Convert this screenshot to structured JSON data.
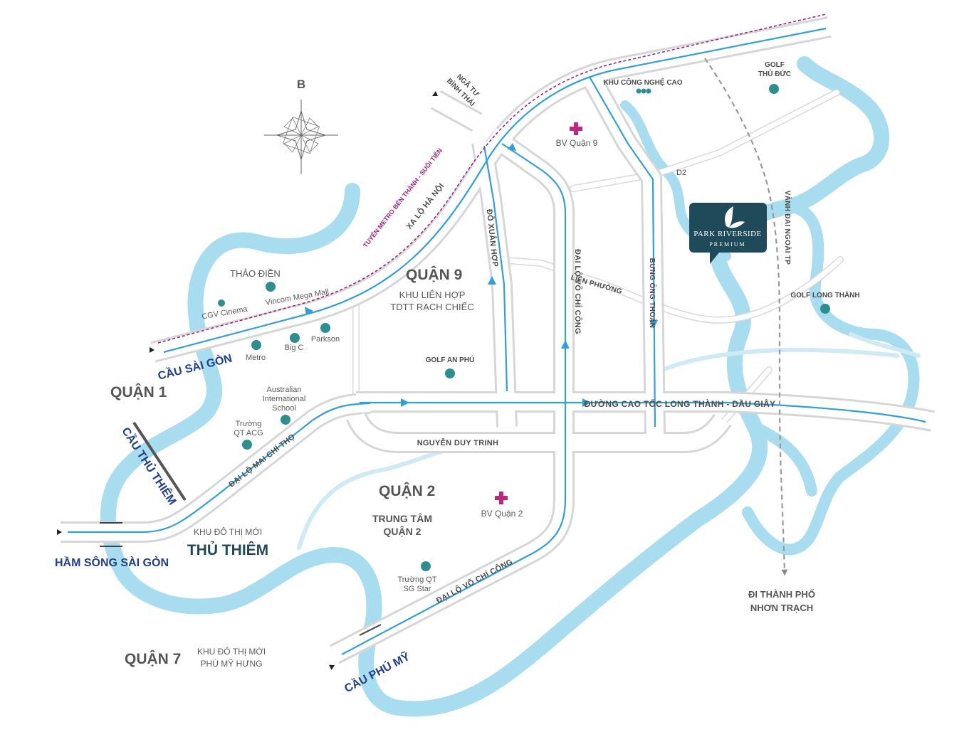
{
  "compass": {
    "north_label": "B"
  },
  "districts": {
    "quan1": "QUẬN 1",
    "quan2": "QUẬN 2",
    "quan7": "QUẬN 7",
    "quan9": "QUẬN 9"
  },
  "areas": {
    "thao_dien": "THẢO ĐIỀN",
    "rach_chiec_1": "KHU LIÊN HỢP",
    "rach_chiec_2": "TDTT RẠCH CHIẾC",
    "trung_tam_q2_1": "TRUNG TÂM",
    "trung_tam_q2_2": "QUẬN 2",
    "thu_thiem_1": "KHU ĐÔ THỊ MỚI",
    "thu_thiem_2": "THỦ THIÊM",
    "phu_my_hung_1": "KHU ĐÔ THỊ MỚI",
    "phu_my_hung_2": "PHÚ MỸ HƯNG",
    "nhon_trach_1": "ĐI THÀNH PHỐ",
    "nhon_trach_2": "NHƠN TRẠCH"
  },
  "bridges": {
    "cau_sai_gon": "CẦU SÀI GÒN",
    "cau_thu_thiem": "CẦU THỦ THIÊM",
    "ham_song_sai_gon": "HẦM SÔNG SÀI GÒN",
    "cau_phu_my": "CẦU PHÚ MỸ"
  },
  "roads": {
    "nga_tu_1": "NGÃ TƯ",
    "nga_tu_2": "BÌNH THÁI",
    "metro": "TUYẾN METRO BẾN THÀNH - SUỐI TIÊN",
    "xa_lo_ha_noi": "XA LỘ HÀ NỘI",
    "do_xuan_hop": "ĐỖ XUÂN HỢP",
    "vo_chi_cong_1": "ĐẠI LỘ VÕ CHÍ CÔNG",
    "vo_chi_cong_2": "ĐẠI LỘ VÕ CHÍ CÔNG",
    "lien_phuong": "LIÊN PHƯỜNG",
    "bung_ong_thoan": "BƯNG ÔNG THOÀN",
    "d2": "D2",
    "vanh_dai": "VÀNH ĐAI NGOÀI TP",
    "cao_toc": "ĐƯỜNG CAO TỐC LONG THÀNH - DẦU GIÂY",
    "nguyen_duy_trinh": "NGUYỄN DUY TRINH",
    "mai_chi_tho": "ĐẠI LỘ MAI CHÍ THỌ"
  },
  "pois": {
    "khu_cong_nghe_cao": "KHU CÔNG NGHỆ CAO",
    "golf_thu_duc_1": "GOLF",
    "golf_thu_duc_2": "THỦ ĐỨC",
    "bv_quan_9": "BV Quận 9",
    "golf_long_thanh": "GOLF LONG THÀNH",
    "golf_an_phu": "GOLF AN PHÚ",
    "cgv": "CGV Cinema",
    "vincom": "Vincom Mega Mall",
    "metro": "Metro",
    "big_c": "Big C",
    "parkson": "Parkson",
    "australian_1": "Australian",
    "australian_2": "International",
    "australian_3": "School",
    "acg_1": "Trường",
    "acg_2": "QT ACG",
    "bv_quan_2": "BV Quận 2",
    "sg_star_1": "Trường QT",
    "sg_star_2": "SG Star"
  },
  "project": {
    "name": "PARK RIVERSIDE",
    "sub": "PREMIUM"
  },
  "colors": {
    "river": "#a8dcef",
    "road": "#ffffff",
    "road_edge": "#d6d6d6",
    "arrow_line": "#2fa0d8",
    "poi_dot": "#2b8f8f",
    "hospital": "#c0267e",
    "project_box": "#1f4a5a",
    "bridge_text": "#1f3f8f",
    "metro_line": "#a0237a"
  }
}
